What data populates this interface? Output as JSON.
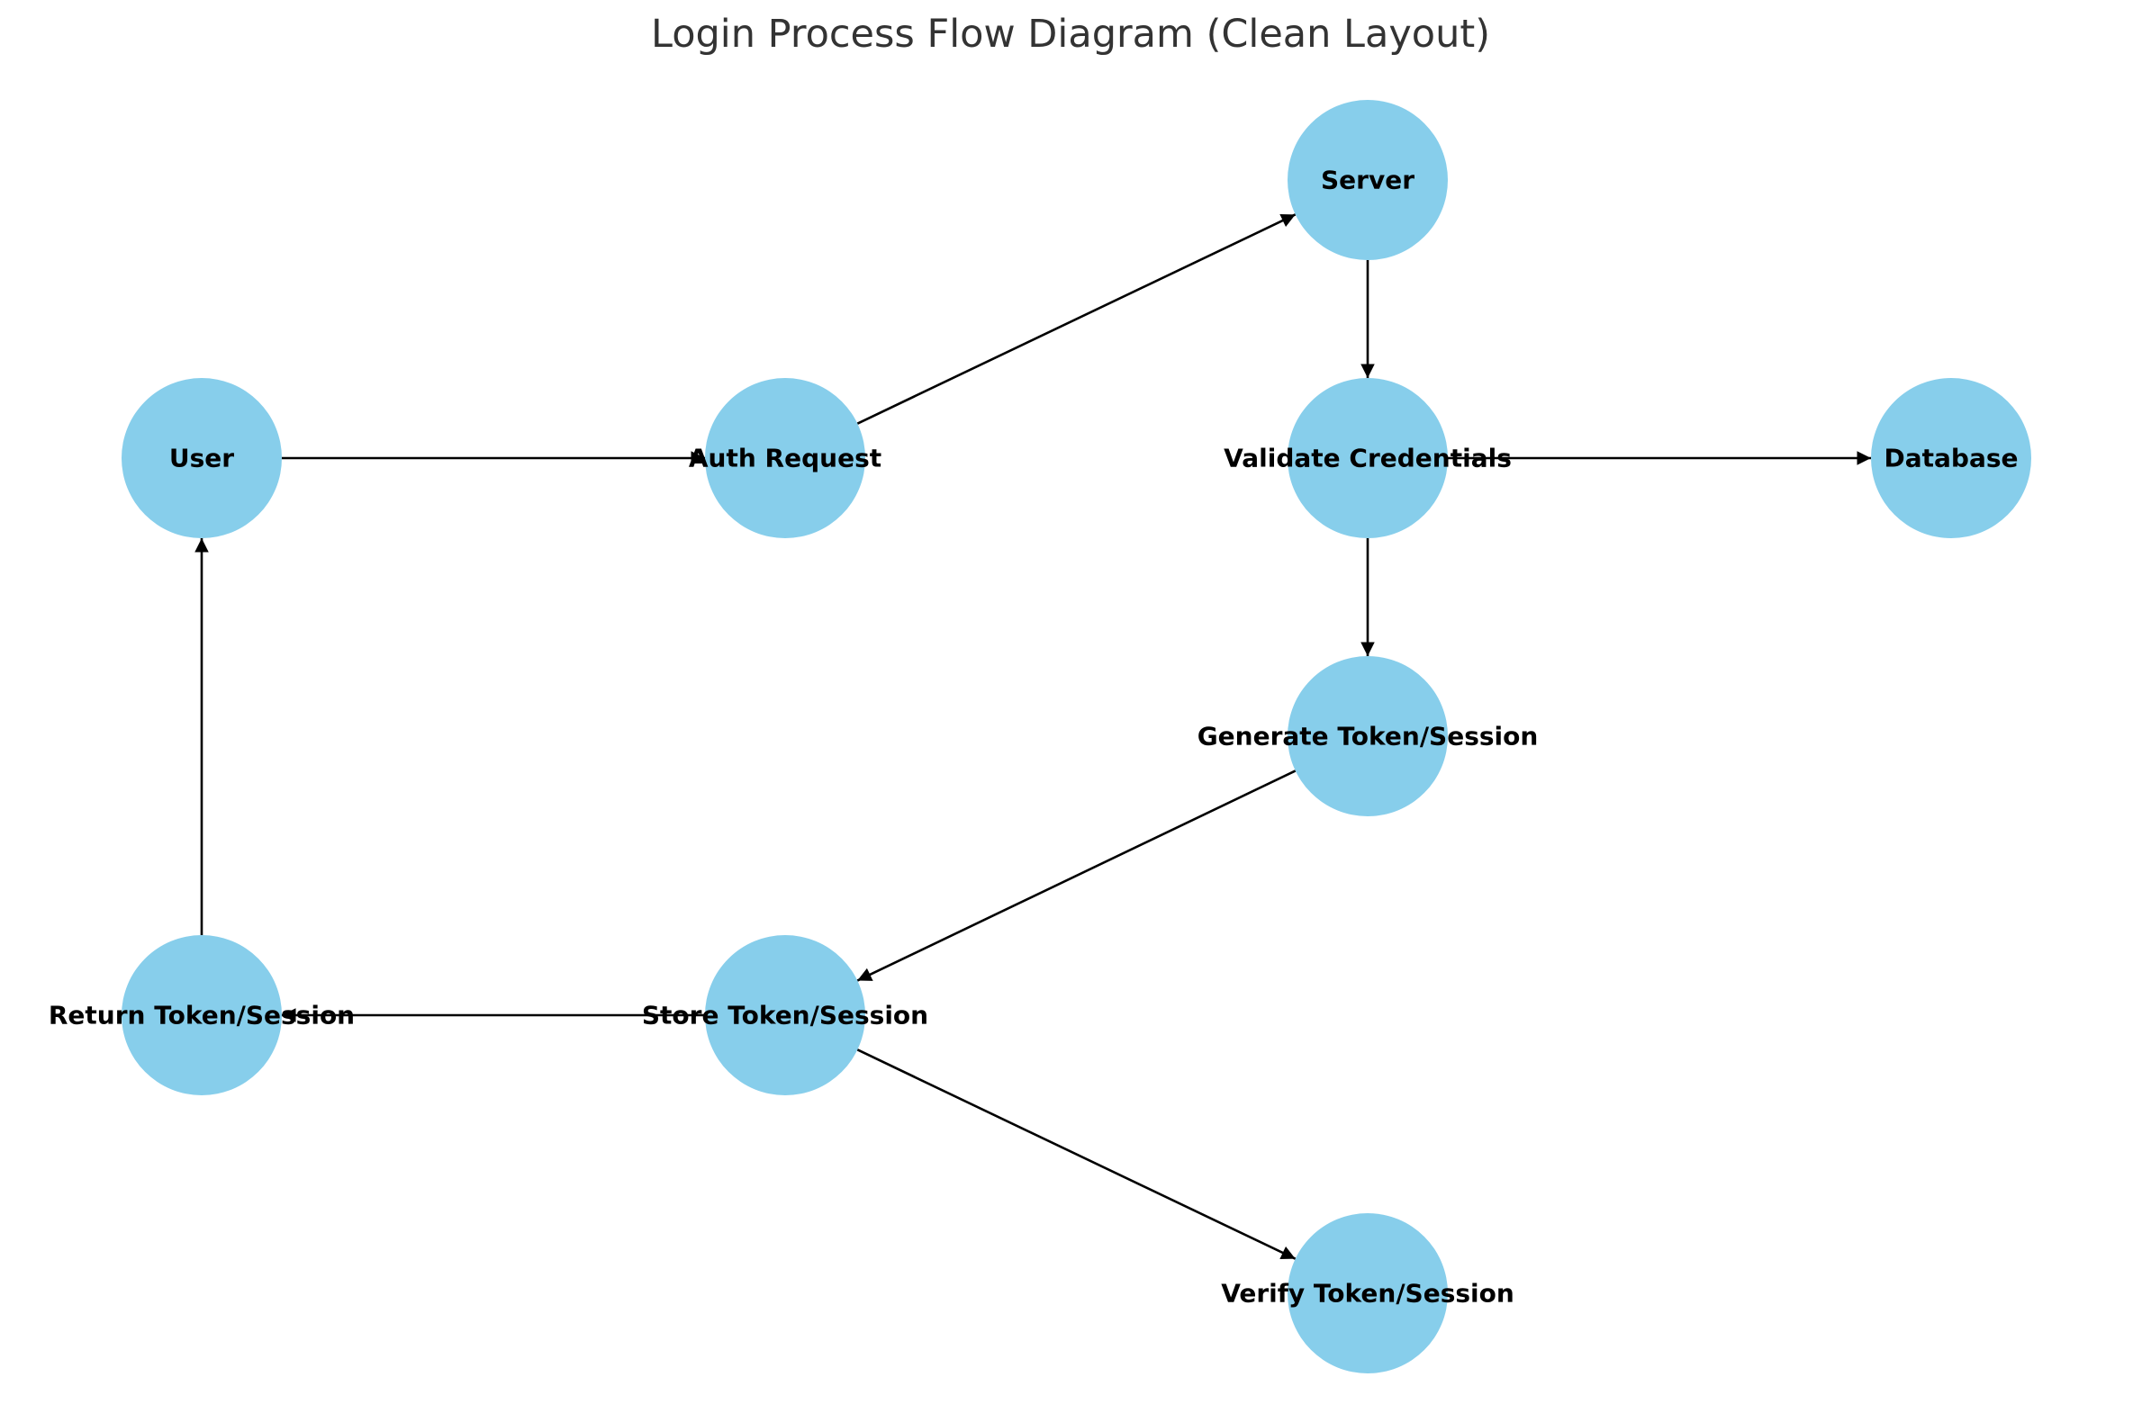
{
  "diagram": {
    "title": "Login Process Flow Diagram (Clean Layout)",
    "node_color": "#87ceeb",
    "edge_color": "#000000",
    "nodes": [
      {
        "id": "user",
        "label": "User"
      },
      {
        "id": "auth",
        "label": "Auth Request"
      },
      {
        "id": "server",
        "label": "Server"
      },
      {
        "id": "validate",
        "label": "Validate Credentials"
      },
      {
        "id": "database",
        "label": "Database"
      },
      {
        "id": "generate",
        "label": "Generate Token/Session"
      },
      {
        "id": "store",
        "label": "Store Token/Session"
      },
      {
        "id": "return",
        "label": "Return Token/Session"
      },
      {
        "id": "verify",
        "label": "Verify Token/Session"
      }
    ],
    "edges": [
      {
        "from": "user",
        "to": "auth"
      },
      {
        "from": "auth",
        "to": "server"
      },
      {
        "from": "server",
        "to": "validate"
      },
      {
        "from": "validate",
        "to": "database"
      },
      {
        "from": "validate",
        "to": "generate"
      },
      {
        "from": "generate",
        "to": "store"
      },
      {
        "from": "store",
        "to": "return"
      },
      {
        "from": "store",
        "to": "verify"
      },
      {
        "from": "return",
        "to": "user"
      }
    ]
  }
}
